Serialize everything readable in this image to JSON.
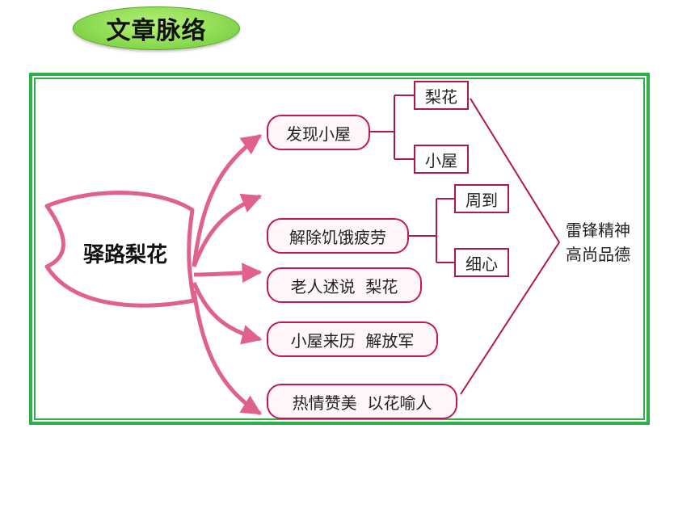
{
  "title": "文章脉络",
  "root": "驿路梨花",
  "branches": [
    "发现小屋",
    "解除饥饿疲劳",
    "老人述说  梨花",
    "小屋来历  解放军",
    "热情赞美  以花喻人"
  ],
  "sub_items": {
    "discover": [
      "梨花",
      "小屋"
    ],
    "relief": [
      "周到",
      "细心"
    ]
  },
  "theme": [
    "雷锋精神",
    "高尚品德"
  ],
  "colors": {
    "frame": "#2fb14a",
    "arrow": "#e0608e",
    "box_border": "#c2185b",
    "title_badge": "#8fdc55"
  }
}
